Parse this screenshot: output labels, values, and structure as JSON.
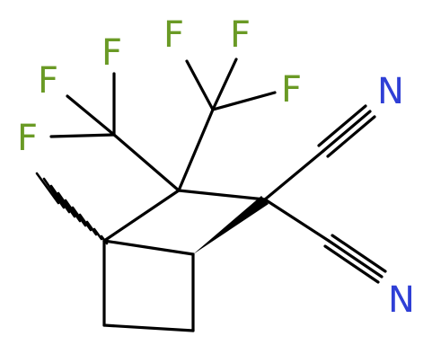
{
  "molecule": {
    "atoms": [
      {
        "id": "f1",
        "symbol": "F",
        "element": "fluorine"
      },
      {
        "id": "f2",
        "symbol": "F",
        "element": "fluorine"
      },
      {
        "id": "f3",
        "symbol": "F",
        "element": "fluorine"
      },
      {
        "id": "f4",
        "symbol": "F",
        "element": "fluorine"
      },
      {
        "id": "f5",
        "symbol": "F",
        "element": "fluorine"
      },
      {
        "id": "f6",
        "symbol": "F",
        "element": "fluorine"
      },
      {
        "id": "n1",
        "symbol": "N",
        "element": "nitrogen"
      },
      {
        "id": "n2",
        "symbol": "N",
        "element": "nitrogen"
      }
    ]
  },
  "colors": {
    "bond": "#000000",
    "fluorine": "#6a9a25",
    "nitrogen": "#2f3fd6",
    "background": "#ffffff"
  }
}
